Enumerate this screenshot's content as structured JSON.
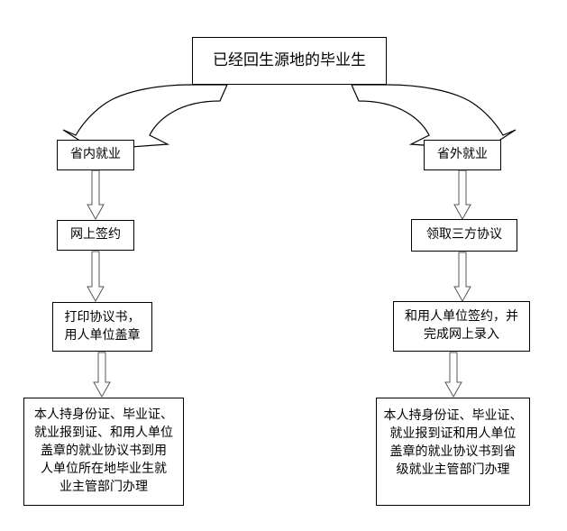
{
  "diagram": {
    "title_node": {
      "id": "root",
      "text": "已经回生源地的毕业生"
    },
    "branches": [
      {
        "name": "province-inside",
        "steps": [
          {
            "id": "l1",
            "text": "省内就业"
          },
          {
            "id": "l2",
            "text": "网上签约"
          },
          {
            "id": "l3",
            "text": "打印协议书，\n用人单位盖章"
          },
          {
            "id": "l4",
            "text": "本人持身份证、毕业证、\n就业报到证、和用人单位\n盖章的就业协议书到用\n人单位所在地毕业生就\n业主管部门办理"
          }
        ]
      },
      {
        "name": "province-outside",
        "steps": [
          {
            "id": "r1",
            "text": "省外就业"
          },
          {
            "id": "r2",
            "text": "领取三方协议"
          },
          {
            "id": "r3",
            "text": "和用人单位签约，并\n完成网上录入"
          },
          {
            "id": "r4",
            "text": "本人持身份证、毕业证、\n就业报到证和用人单位\n盖章的就业协议书到省\n级就业主管部门办理"
          }
        ]
      }
    ],
    "colors": {
      "stroke": "#000000",
      "fill": "#ffffff",
      "background": "#ffffff"
    },
    "connectors": [
      {
        "id": "curve-left",
        "kind": "curved-block-arrow",
        "from": "root",
        "to": "l1"
      },
      {
        "id": "curve-right",
        "kind": "curved-block-arrow",
        "from": "root",
        "to": "r1"
      },
      {
        "id": "l1-l2",
        "kind": "block-arrow",
        "from": "l1",
        "to": "l2"
      },
      {
        "id": "l2-l3",
        "kind": "block-arrow",
        "from": "l2",
        "to": "l3"
      },
      {
        "id": "l3-l4",
        "kind": "block-arrow",
        "from": "l3",
        "to": "l4"
      },
      {
        "id": "r1-r2",
        "kind": "block-arrow",
        "from": "r1",
        "to": "r2"
      },
      {
        "id": "r2-r3",
        "kind": "block-arrow",
        "from": "r2",
        "to": "r3"
      },
      {
        "id": "r3-r4",
        "kind": "block-arrow",
        "from": "r3",
        "to": "r4"
      }
    ]
  }
}
